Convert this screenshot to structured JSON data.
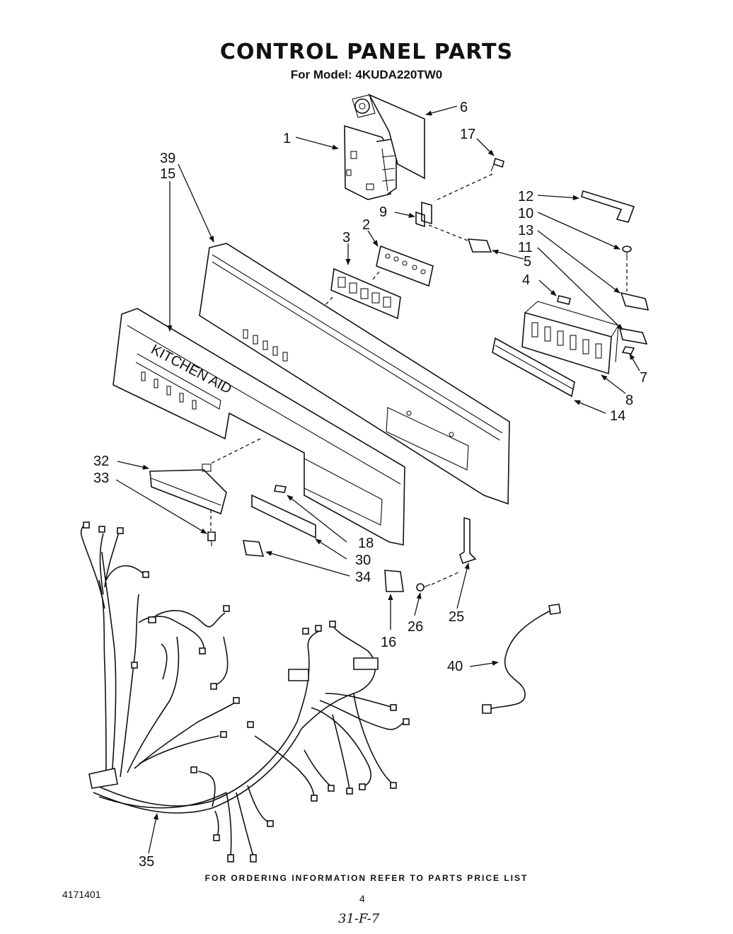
{
  "title": "CONTROL PANEL PARTS",
  "model": "For Model: 4KUDA220TW0",
  "footer_note": "FOR ORDERING INFORMATION REFER TO PARTS PRICE LIST",
  "doc_number": "4171401",
  "page_number": "4",
  "handwritten_note": "31-F-7",
  "panel_brand": "KITCHEN AID",
  "callouts": [
    "1",
    "6",
    "17",
    "39",
    "15",
    "12",
    "10",
    "9",
    "2",
    "13",
    "3",
    "5",
    "11",
    "4",
    "7",
    "8",
    "14",
    "32",
    "33",
    "18",
    "30",
    "34",
    "25",
    "26",
    "16",
    "40",
    "35"
  ]
}
